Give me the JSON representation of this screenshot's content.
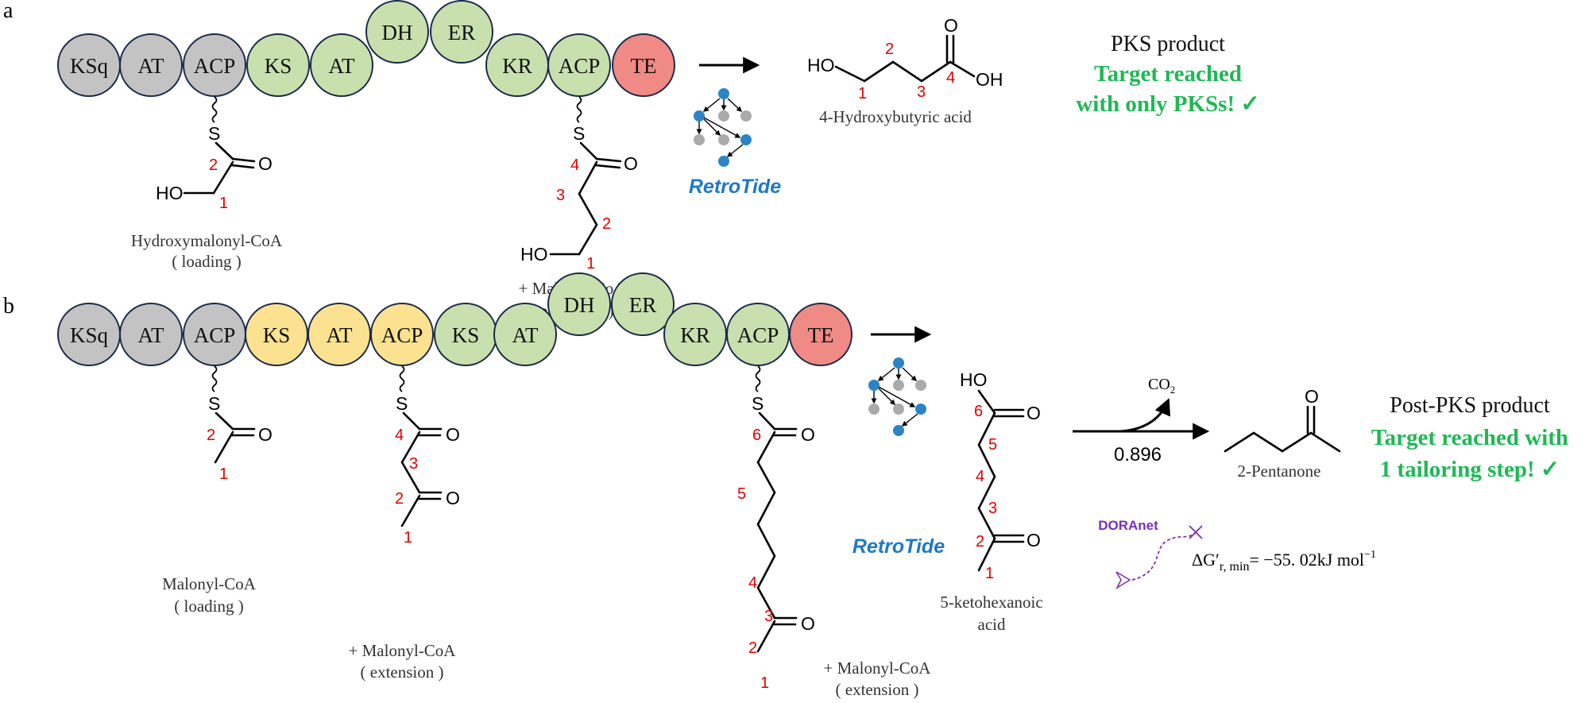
{
  "panels": {
    "a": {
      "label": "a",
      "domains": [
        {
          "label": "KSq",
          "color": "#c3c3c3"
        },
        {
          "label": "AT",
          "color": "#c3c3c3"
        },
        {
          "label": "ACP",
          "color": "#c3c3c3"
        },
        {
          "label": "KS",
          "color": "#c7e0ad"
        },
        {
          "label": "AT",
          "color": "#c7e0ad"
        },
        {
          "label": "DH",
          "color": "#c7e0ad"
        },
        {
          "label": "ER",
          "color": "#c7e0ad"
        },
        {
          "label": "KR",
          "color": "#c7e0ad"
        },
        {
          "label": "ACP",
          "color": "#c7e0ad"
        },
        {
          "label": "TE",
          "color": "#f08a85"
        }
      ],
      "loading_caption": [
        "Hydroxymalonyl-CoA",
        "( loading )"
      ],
      "extension_caption": [
        "+ Malonyl-CoA",
        "( extension )"
      ],
      "tool_label": "RetroTide",
      "product_name": "4-Hydroxybutyric acid",
      "result_title": "PKS product",
      "result_lines": [
        "Target reached",
        "with only PKSs! ✓"
      ]
    },
    "b": {
      "label": "b",
      "domains": [
        {
          "label": "KSq",
          "color": "#c3c3c3"
        },
        {
          "label": "AT",
          "color": "#c3c3c3"
        },
        {
          "label": "ACP",
          "color": "#c3c3c3"
        },
        {
          "label": "KS",
          "color": "#fbe291"
        },
        {
          "label": "AT",
          "color": "#fbe291"
        },
        {
          "label": "ACP",
          "color": "#fbe291"
        },
        {
          "label": "KS",
          "color": "#c7e0ad"
        },
        {
          "label": "AT",
          "color": "#c7e0ad"
        },
        {
          "label": "DH",
          "color": "#c7e0ad"
        },
        {
          "label": "ER",
          "color": "#c7e0ad"
        },
        {
          "label": "KR",
          "color": "#c7e0ad"
        },
        {
          "label": "ACP",
          "color": "#c7e0ad"
        },
        {
          "label": "TE",
          "color": "#f08a85"
        }
      ],
      "loading_caption": [
        "Malonyl-CoA",
        "( loading )"
      ],
      "extension1_caption": [
        "+ Malonyl-CoA",
        "( extension )"
      ],
      "extension2_caption": [
        "+ Malonyl-CoA",
        "( extension )"
      ],
      "tool_label": "RetroTide",
      "intermediate_name": [
        "5-ketohexanoic",
        "acid"
      ],
      "byproduct": "CO",
      "byproduct_sub": "2",
      "score": "0.896",
      "tailoring_tool": "DORAnet",
      "delta_g": "= −55. 02kJ mol",
      "delta_g_exp": "−1",
      "product_name": "2-Pentanone",
      "result_title": "Post-PKS product",
      "result_lines": [
        "Target reached with",
        "1 tailoring step! ✓"
      ]
    }
  },
  "chem_labels": {
    "ho": "HO",
    "oh": "OH",
    "o": "O",
    "s": "S"
  },
  "colors": {
    "loading_domain": "#c3c3c3",
    "module1": "#fbe291",
    "module_final": "#c7e0ad",
    "thioesterase": "#f08a85",
    "atom_number": "#e00000",
    "success_text": "#1db954",
    "retrotide": "#1f78c8",
    "doranet": "#7b2fb5"
  }
}
